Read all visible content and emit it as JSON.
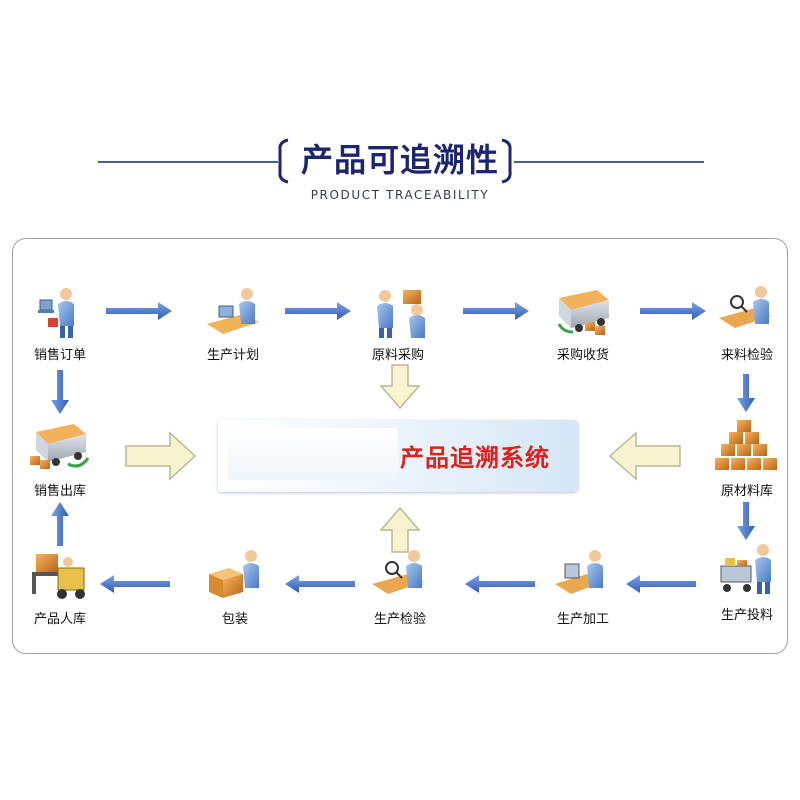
{
  "header": {
    "title": "产品可追溯性",
    "subtitle": "PRODUCT TRACEABILITY"
  },
  "center": {
    "title": "产品追溯系统"
  },
  "nodes": [
    {
      "id": "sales-order",
      "label": "销售订单",
      "icon": "person-computer-icon"
    },
    {
      "id": "production-plan",
      "label": "生产计划",
      "icon": "planner-desk-icon"
    },
    {
      "id": "raw-material-purchase",
      "label": "原料采购",
      "icon": "buyer-box-icon"
    },
    {
      "id": "purchase-receiving",
      "label": "采购收货",
      "icon": "delivery-truck-icon"
    },
    {
      "id": "incoming-inspection",
      "label": "来料检验",
      "icon": "inspector-conveyor-icon"
    },
    {
      "id": "raw-material-warehouse",
      "label": "原材料库",
      "icon": "stacked-boxes-icon"
    },
    {
      "id": "production-feeding",
      "label": "生产投料",
      "icon": "cart-worker-icon"
    },
    {
      "id": "production-processing",
      "label": "生产加工",
      "icon": "worker-machine-icon"
    },
    {
      "id": "production-inspection",
      "label": "生产检验",
      "icon": "inspector-conveyor-icon"
    },
    {
      "id": "packaging",
      "label": "包装",
      "icon": "packer-box-icon"
    },
    {
      "id": "product-warehousing",
      "label": "产品人库",
      "icon": "forklift-icon"
    },
    {
      "id": "sales-outbound",
      "label": "销售出库",
      "icon": "delivery-truck-icon"
    }
  ],
  "colors": {
    "title": "#1d2570",
    "center_text": "#e21f18",
    "arrow_blue": "#3f6fc6",
    "arrow_hollow": "#f7f3cf"
  }
}
